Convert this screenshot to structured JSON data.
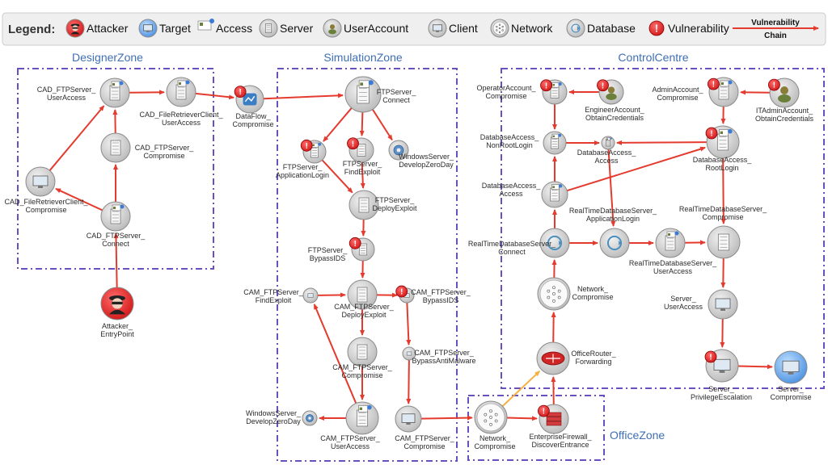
{
  "legend": {
    "title": "Legend:",
    "items": [
      {
        "icon": "attacker-icon",
        "label": "Attacker"
      },
      {
        "icon": "target-icon",
        "label": "Target"
      },
      {
        "icon": "access-icon",
        "label": "Access"
      },
      {
        "icon": "server-icon",
        "label": "Server"
      },
      {
        "icon": "user-account-icon",
        "label": "UserAccount"
      },
      {
        "icon": "client-icon",
        "label": "Client"
      },
      {
        "icon": "network-icon",
        "label": "Network"
      },
      {
        "icon": "database-icon",
        "label": "Database"
      },
      {
        "icon": "vulnerability-icon",
        "label": "Vulnerability"
      }
    ],
    "chain_label_1": "Vulnerability",
    "chain_label_2": "Chain"
  },
  "zones": {
    "designer": "DesignerZone",
    "simulation": "SimulationZone",
    "control": "ControlCentre",
    "office": "OfficeZone"
  },
  "colors": {
    "chain": "#e53b2f",
    "alt_chain": "#f5b041",
    "zone_border": "#6a4fbf",
    "zone_title": "#3f6fb5"
  },
  "nodes": [
    {
      "id": "attacker",
      "icon": "attacker",
      "label": "Attacker_\nEntryPoint"
    },
    {
      "id": "cad_connect",
      "icon": "access",
      "label": "CAD_FTPServer_\nConnect"
    },
    {
      "id": "cad_client_comp",
      "icon": "client",
      "label": "CAD_FileRetrieverClient_\nCompromise"
    },
    {
      "id": "cad_server_comp",
      "icon": "server",
      "label": "CAD_FTPServer_\nCompromise"
    },
    {
      "id": "cad_server_useraccess",
      "icon": "access",
      "label": "CAD_FTPServer_\nUserAccess"
    },
    {
      "id": "cad_client_useraccess",
      "icon": "access",
      "label": "CAD_FileRetrieverClient_\nUserAccess"
    },
    {
      "id": "dataflow",
      "icon": "dataflow",
      "label": "DataFlow_\nCompromise"
    },
    {
      "id": "ftp_connect",
      "icon": "access",
      "label": "FTPServer_\nConnect"
    },
    {
      "id": "ftp_applogin",
      "icon": "access",
      "label": "FTPServer_\nApplicationLogin"
    },
    {
      "id": "ftp_findexploit",
      "icon": "server",
      "label": "FTPServer_\nFindExploit"
    },
    {
      "id": "win_dev",
      "icon": "gear",
      "label": "WindowsServer_\nDevelopZeroDay"
    },
    {
      "id": "ftp_deploy",
      "icon": "server",
      "label": "FTPServer_\nDeployExploit"
    },
    {
      "id": "ftp_bypass",
      "icon": "server",
      "label": "FTPServer_\nBypassIDS"
    },
    {
      "id": "cam_findexploit",
      "icon": "small",
      "label": "CAM_FTPServer_\nFindExploit"
    },
    {
      "id": "cam_deploy",
      "icon": "server",
      "label": "CAM_FTPServer_\nDeployExploit"
    },
    {
      "id": "cam_bypassids",
      "icon": "small",
      "label": "CAM_FTPServer_\nBypassIDS"
    },
    {
      "id": "cam_comp",
      "icon": "server",
      "label": "CAM_FTPServer_\nCompromise"
    },
    {
      "id": "cam_antimal",
      "icon": "small",
      "label": "CAM_FTPServer_\nBypassAntiMalware"
    },
    {
      "id": "win_dev2",
      "icon": "gear",
      "label": "WindowsServer_\nDevelopZeroDay"
    },
    {
      "id": "cam_useraccess",
      "icon": "access",
      "label": "CAM_FTPServer_\nUserAccess"
    },
    {
      "id": "cam_ftpcomp",
      "icon": "client",
      "label": "CAM_FTPServer_\nCompromise"
    },
    {
      "id": "net_comp",
      "icon": "network",
      "label": "Network_\nCompromise"
    },
    {
      "id": "firewall",
      "icon": "firewall",
      "label": "EnterpriseFirewall_\nDiscoverEntrance"
    },
    {
      "id": "router",
      "icon": "router",
      "label": "OfficeRouter_\nForwarding"
    },
    {
      "id": "net_comp2",
      "icon": "network",
      "label": "Network_\nCompromise"
    },
    {
      "id": "rtdb_connect",
      "icon": "database",
      "label": "RealTimeDatabaseServer_\nConnect"
    },
    {
      "id": "rtdb_applogin",
      "icon": "database",
      "label": "RealTimeDatabaseServer_\nApplicationLogin"
    },
    {
      "id": "rtdb_useraccess",
      "icon": "access",
      "label": "RealTimeDatabaseServer_\nUserAccess"
    },
    {
      "id": "rtdb_comp",
      "icon": "server",
      "label": "RealTimeDatabaseServer_\nCompromise"
    },
    {
      "id": "server_useraccess",
      "icon": "client",
      "label": "Server_\nUserAccess"
    },
    {
      "id": "server_privesc",
      "icon": "client",
      "label": "Server_\nPrivilegeEscalation"
    },
    {
      "id": "server_comp",
      "icon": "target",
      "label": "Server_\nCompromise"
    },
    {
      "id": "db_access",
      "icon": "access",
      "label": "DatabaseAccess_\nAccess"
    },
    {
      "id": "db_nonroot",
      "icon": "access",
      "label": "DatabaseAccess_\nNonRootLogin"
    },
    {
      "id": "db_access2",
      "icon": "access",
      "label": "DatabaseAccess_\nAccess"
    },
    {
      "id": "db_root",
      "icon": "access",
      "label": "DatabaseAccess_\nRootLogin"
    },
    {
      "id": "operator",
      "icon": "access",
      "label": "OperatorAccount_\nCompromise"
    },
    {
      "id": "engineer",
      "icon": "user",
      "label": "EngineerAccount_\nObtainCredentials"
    },
    {
      "id": "admin",
      "icon": "access",
      "label": "AdminAccount_\nCompromise"
    },
    {
      "id": "itadmin",
      "icon": "user",
      "label": "ITAdminAccount_\nObtainCredentials"
    }
  ]
}
